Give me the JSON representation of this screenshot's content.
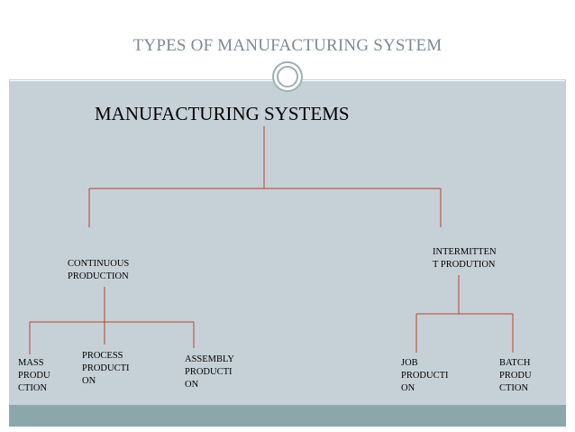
{
  "slide": {
    "title": "TYPES OF MANUFACTURING SYSTEM",
    "accent_color": "#8ba7a9",
    "background_color": "#c6d1d7",
    "connector_color": "#c0402a"
  },
  "diagram": {
    "root": "MANUFACTURING SYSTEMS",
    "level1": {
      "continuous": "CONTINUOUS\nPRODUCTION",
      "intermittent": "INTERMITTEN\nT PRODUTION"
    },
    "continuous_children": {
      "mass": "MASS\nPRODU\nCTION",
      "process": "PROCESS\nPRODUCTI\nON",
      "assembly": "ASSEMBLY\nPRODUCTI\nON"
    },
    "intermittent_children": {
      "job": "JOB\nPRODUCTI\nON",
      "batch": "BATCH\nPRODU\nCTION"
    }
  }
}
